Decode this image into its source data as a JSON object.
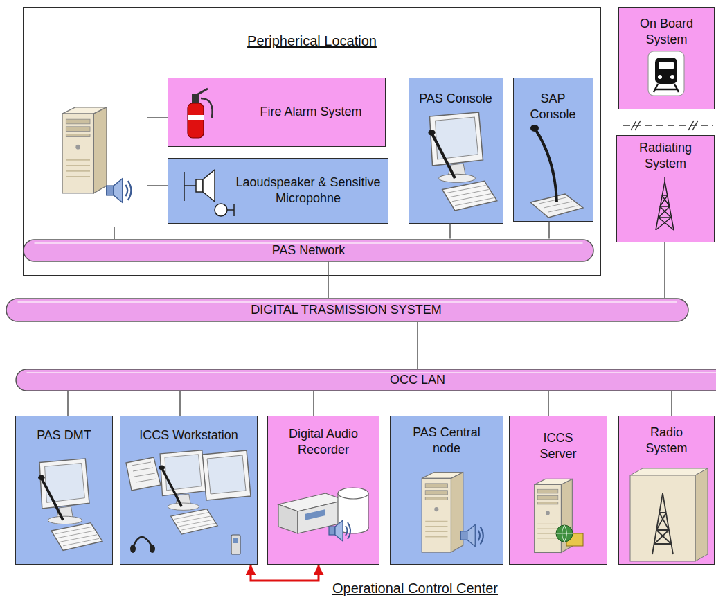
{
  "diagram": {
    "nodes": [
      {
        "text": [
          "Peripherical Location"
        ]
      },
      {
        "text": [
          "Fire Alarm System"
        ],
        "in": 0
      },
      {
        "text": [
          "Laoudspeaker & Sensitive Micropohne"
        ],
        "in": 0
      },
      {
        "text": [
          "PAS Console"
        ],
        "in": 0
      },
      {
        "text": [
          "SAP Console"
        ],
        "in": 0
      },
      {
        "text": [
          "PAS Network"
        ],
        "in": 0
      },
      {
        "text": [
          "On Board System"
        ]
      },
      {
        "text": [
          "Radiating System"
        ]
      },
      {
        "text": [
          "DIGITAL TRASMISSION SYSTEM"
        ]
      },
      {
        "text": [
          "OCC LAN"
        ]
      },
      {
        "text": [
          "PAS DMT"
        ]
      },
      {
        "text": [
          "ICCS Workstation"
        ]
      },
      {
        "text": [
          "Digital Audio Recorder"
        ]
      },
      {
        "text": [
          "PAS Central node"
        ]
      },
      {
        "text": [
          "ICCS Server"
        ]
      },
      {
        "text": [
          "Radio System"
        ]
      }
    ],
    "edges": [
      {
        "from": 3,
        "to": 5,
        "arrow": "none"
      },
      {
        "from": 4,
        "to": 5,
        "arrow": "none"
      },
      {
        "from": 5,
        "to": 8,
        "arrow": "none"
      },
      {
        "from": 7,
        "to": 8,
        "arrow": "none"
      },
      {
        "from": 8,
        "to": 9,
        "arrow": "none"
      },
      {
        "from": 9,
        "to": 10,
        "arrow": "none"
      },
      {
        "from": 9,
        "to": 11,
        "arrow": "none"
      },
      {
        "from": 9,
        "to": 12,
        "arrow": "none"
      },
      {
        "from": 9,
        "to": 14,
        "arrow": "none"
      },
      {
        "from": 9,
        "to": 15,
        "arrow": "none"
      },
      {
        "from": 11,
        "to": 12,
        "arrow": "both"
      }
    ],
    "labels": [
      "Operational Control Center"
    ]
  }
}
